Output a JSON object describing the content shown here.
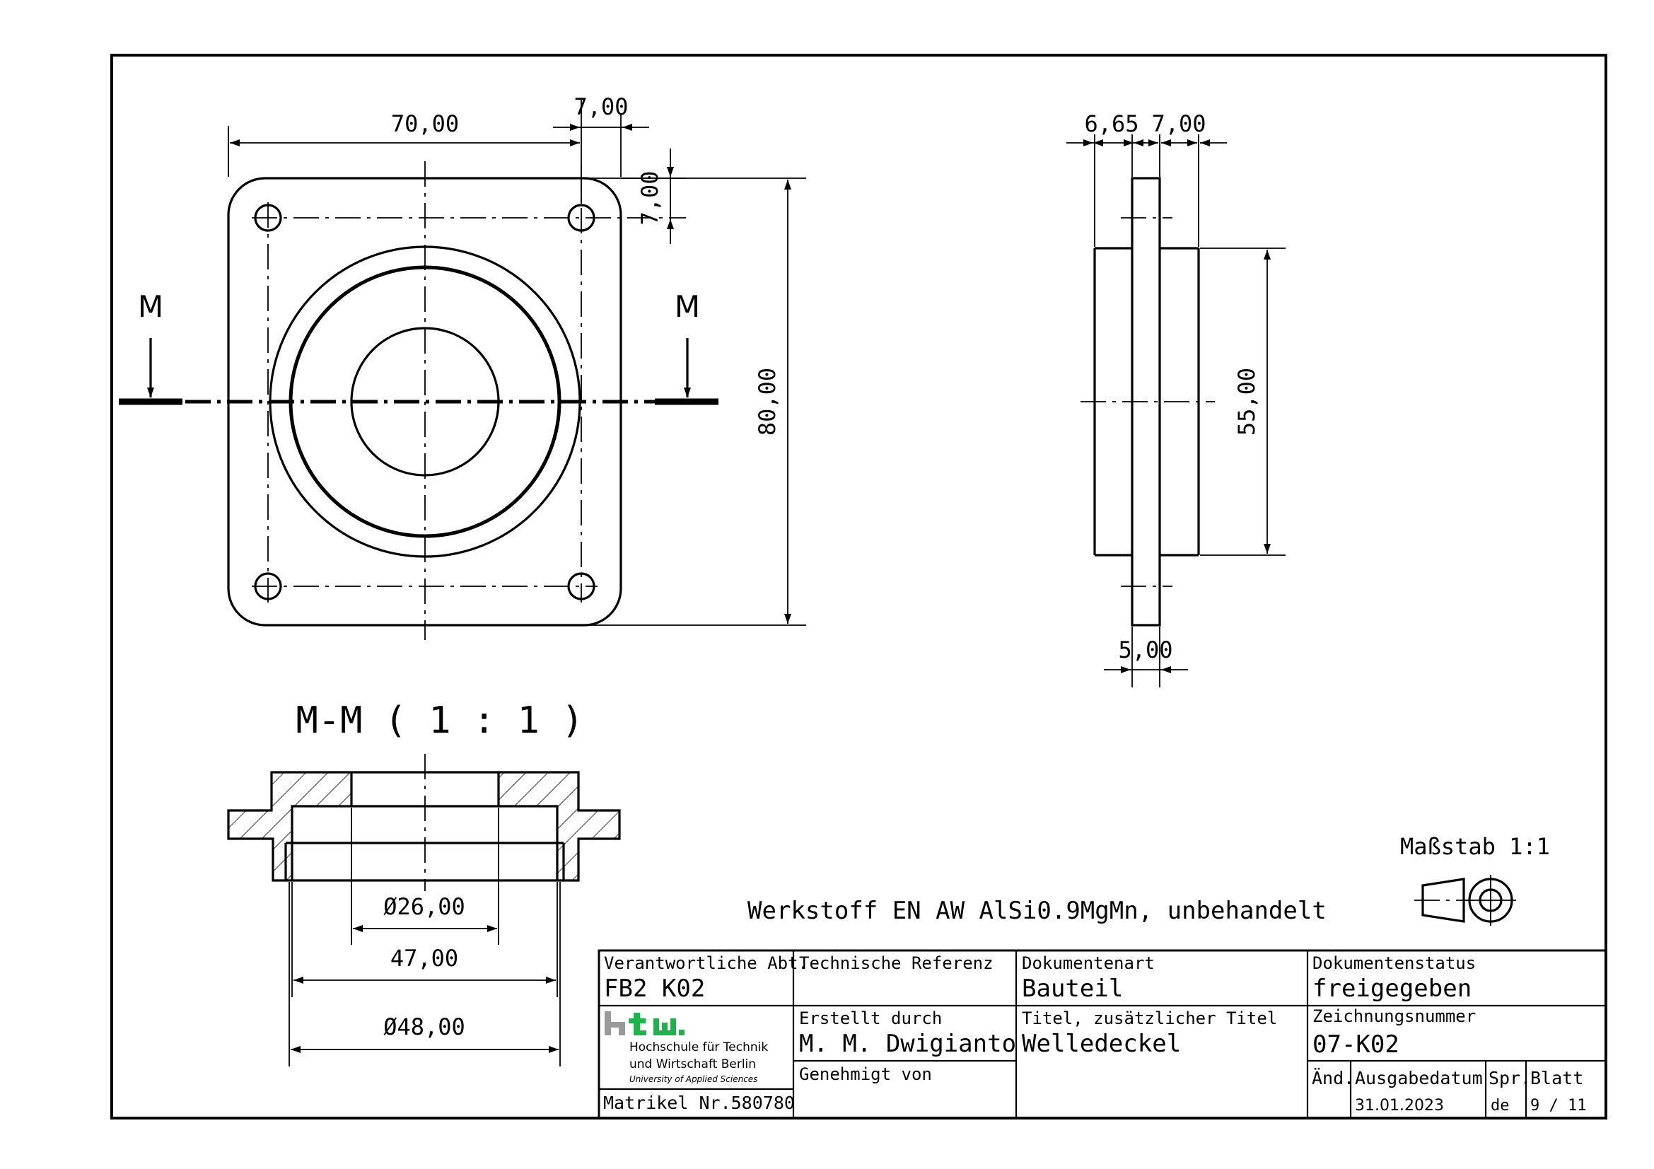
{
  "dimensions": {
    "front_width": "70,00",
    "hole_offset_x": "7,00",
    "hole_offset_y": "7,00",
    "front_height": "80,00",
    "side_flange_left": "6,65",
    "side_flange_right": "7,00",
    "side_thickness": "5,00",
    "side_diameter": "55,00",
    "section_bore": "Ø26,00",
    "section_inner": "47,00",
    "section_outer": "Ø48,00"
  },
  "section": {
    "letter_left": "M",
    "letter_right": "M",
    "title": "M-M ( 1 : 1 )"
  },
  "notes": {
    "material": "Werkstoff EN AW AlSi0.9MgMn, unbehandelt",
    "scale": "Maßstab 1:1"
  },
  "title_block": {
    "dept_label": "Verantwortliche Abt.",
    "dept_value": "FB2 K02",
    "tech_ref_label": "Technische Referenz",
    "doc_type_label": "Dokumentenart",
    "doc_type_value": "Bauteil",
    "doc_status_label": "Dokumentenstatus",
    "doc_status_value": "freigegeben",
    "logo_text": "htw.",
    "school_line1": "Hochschule für Technik",
    "school_line2": "und Wirtschaft Berlin",
    "school_line3": "University of Applied Sciences",
    "matrikel": "Matrikel Nr.580780",
    "created_label": "Erstellt durch",
    "created_value": "M. M. Dwigianto",
    "approved_label": "Genehmigt von",
    "title_label": "Titel, zusätzlicher Titel",
    "title_value": "Welledeckel",
    "drawing_no_label": "Zeichnungsnummer",
    "drawing_no_value": "07-K02",
    "rev_label": "Änd.",
    "issue_label": "Ausgabedatum",
    "issue_value": "31.01.2023",
    "lang_label": "Spr.",
    "lang_value": "de",
    "sheet_label": "Blatt",
    "sheet_value": "9 / 11"
  }
}
